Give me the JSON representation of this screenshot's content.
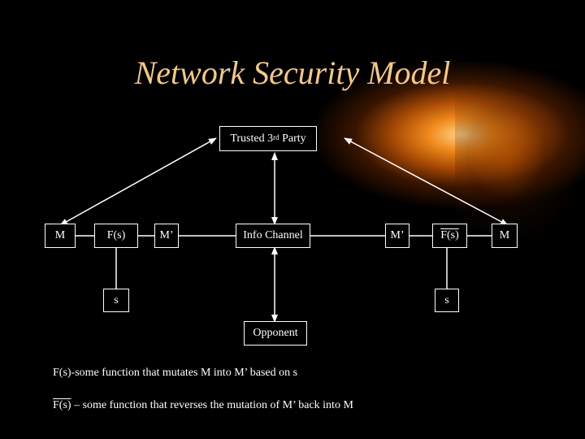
{
  "title": "Network Security Model",
  "nodes": {
    "trusted": {
      "prefix": "Trusted 3",
      "sup": "rd",
      "suffix": " Party"
    },
    "m_left": "M",
    "f_left": "F(s)",
    "mprime_left": "M’",
    "info_channel": "Info Channel",
    "mprime_right": "M’",
    "f_right": "F(s)",
    "m_right": "M",
    "s_left": "s",
    "s_right": "s",
    "opponent": "Opponent"
  },
  "notes": {
    "line1": "F(s)-some function that mutates M into M’ based on s",
    "line2_fn": "F(s)",
    "line2_rest": " – some function that reverses the mutation of M’ back into M"
  }
}
